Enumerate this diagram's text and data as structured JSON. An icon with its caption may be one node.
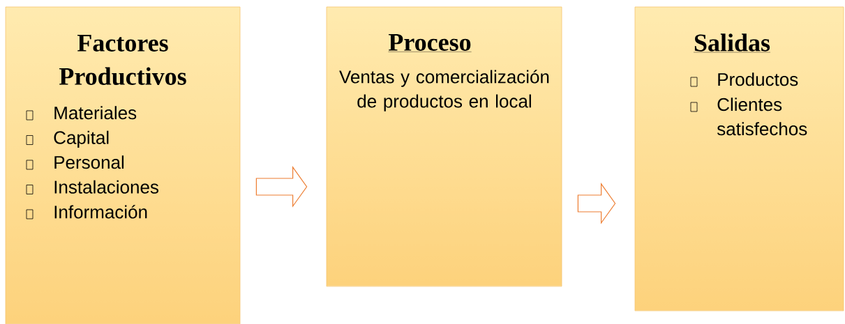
{
  "diagram": {
    "nodes": [
      {
        "text": [
          "Factores Productivos",
          "Materiales",
          "Capital",
          "Personal",
          "Instalaciones",
          "Información"
        ]
      },
      {
        "text": [
          "Proceso",
          "Ventas y comercialización de productos en local"
        ]
      },
      {
        "text": [
          "Salidas",
          "Productos",
          "Clientes satisfechos"
        ]
      }
    ],
    "edges": [
      {
        "from": 0,
        "to": 1,
        "arrow": "to"
      },
      {
        "from": 1,
        "to": 2,
        "arrow": "to"
      }
    ]
  }
}
